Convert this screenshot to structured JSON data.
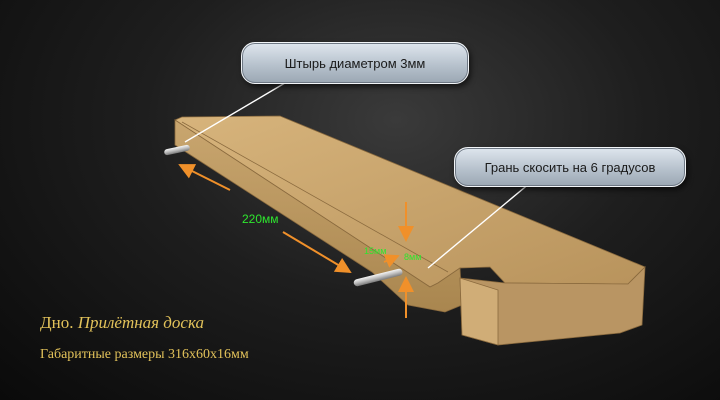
{
  "callouts": {
    "pin": "Штырь диаметром 3мм",
    "bevel": "Грань скосить на 6 градусов"
  },
  "dimensions": {
    "length": "220мм",
    "pin_offset": "15мм",
    "pin_depth": "8мм"
  },
  "caption": {
    "title_main": "Дно.",
    "title_italic": "Прилётная доска",
    "overall_size": "Габаритные размеры 316х60х16мм"
  },
  "colors": {
    "wood": "#c8a56e",
    "dimension_text": "#2ee62e",
    "dimension_arrow": "#f0902a",
    "caption_text": "#e2c25a"
  }
}
